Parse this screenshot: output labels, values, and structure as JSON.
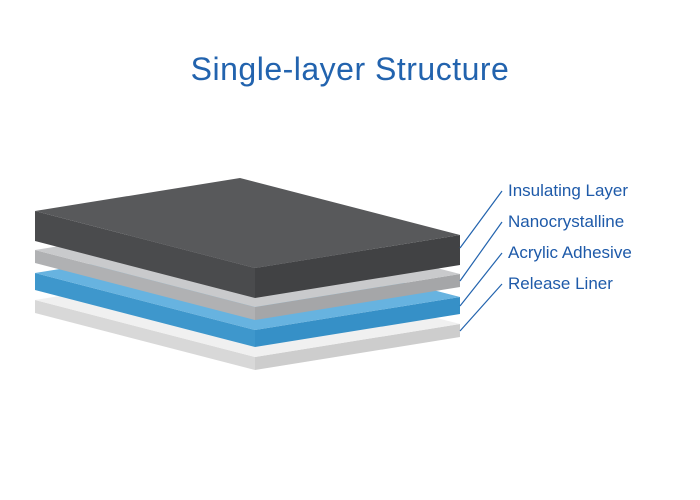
{
  "title": "Single-layer Structure",
  "colors": {
    "title": "#2263AE",
    "label": "#1E5AA9",
    "leader_line": "#2263AE"
  },
  "layers": [
    {
      "name": "insulating-layer",
      "label": "Insulating Layer",
      "top": "#58595B",
      "left": "#4A4B4D",
      "right": "#414244"
    },
    {
      "name": "nanocrystalline",
      "label": "Nanocrystalline",
      "top": "#C9CACC",
      "left": "#B0B1B3",
      "right": "#A5A6A8"
    },
    {
      "name": "acrylic-adhesive",
      "label": "Acrylic Adhesive",
      "top": "#67B3E0",
      "left": "#3E97CC",
      "right": "#3690C7"
    },
    {
      "name": "release-liner",
      "label": "Release Liner",
      "top": "#F0F0F0",
      "left": "#D8D8D8",
      "right": "#CDCDCD"
    }
  ]
}
